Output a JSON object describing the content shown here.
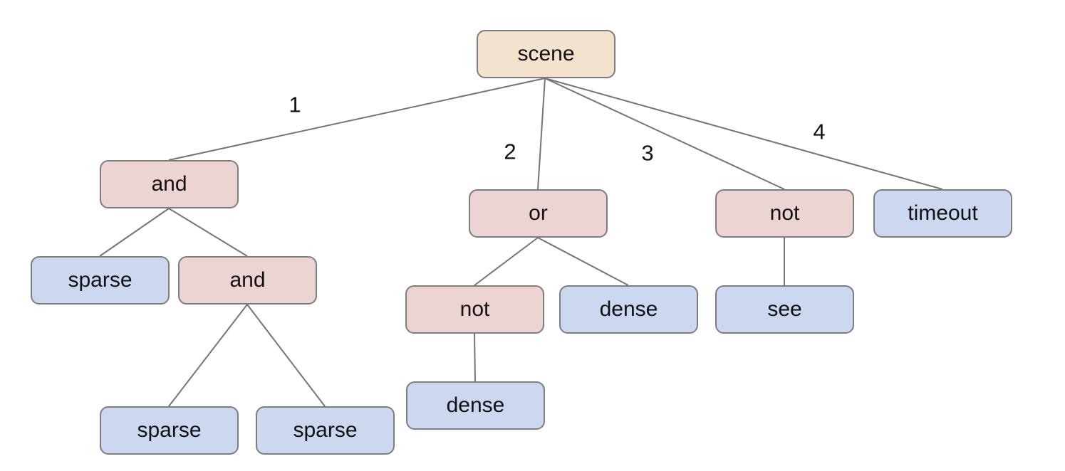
{
  "diagram": {
    "background": "#ffffff",
    "colors": {
      "root_fill": "#f3e3cd",
      "operator_fill": "#ecd4d2",
      "leaf_fill": "#ccd7f0",
      "node_border": "#7d7d7d",
      "edge_color": "#757575",
      "text_color": "#111111",
      "background": "#ffffff"
    },
    "nodes": [
      {
        "id": "scene",
        "label": "scene",
        "type": "root",
        "parent": null
      },
      {
        "id": "and-1",
        "label": "and",
        "type": "operator",
        "parent": "scene",
        "edge_label": "1"
      },
      {
        "id": "or-1",
        "label": "or",
        "type": "operator",
        "parent": "scene",
        "edge_label": "2"
      },
      {
        "id": "not-1",
        "label": "not",
        "type": "operator",
        "parent": "scene",
        "edge_label": "3"
      },
      {
        "id": "timeout-1",
        "label": "timeout",
        "type": "leaf",
        "parent": "scene",
        "edge_label": "4"
      },
      {
        "id": "sparse-1",
        "label": "sparse",
        "type": "leaf",
        "parent": "and-1"
      },
      {
        "id": "and-2",
        "label": "and",
        "type": "operator",
        "parent": "and-1"
      },
      {
        "id": "not-2",
        "label": "not",
        "type": "operator",
        "parent": "or-1"
      },
      {
        "id": "dense-1",
        "label": "dense",
        "type": "leaf",
        "parent": "or-1"
      },
      {
        "id": "see-1",
        "label": "see",
        "type": "leaf",
        "parent": "not-1"
      },
      {
        "id": "sparse-2",
        "label": "sparse",
        "type": "leaf",
        "parent": "and-2"
      },
      {
        "id": "sparse-3",
        "label": "sparse",
        "type": "leaf",
        "parent": "and-2"
      },
      {
        "id": "dense-2",
        "label": "dense",
        "type": "leaf",
        "parent": "not-2"
      }
    ],
    "edge_labels": [
      {
        "label": "1",
        "from": "scene",
        "to": "and-1"
      },
      {
        "label": "2",
        "from": "scene",
        "to": "or-1"
      },
      {
        "label": "3",
        "from": "scene",
        "to": "not-1"
      },
      {
        "label": "4",
        "from": "scene",
        "to": "timeout-1"
      }
    ]
  }
}
